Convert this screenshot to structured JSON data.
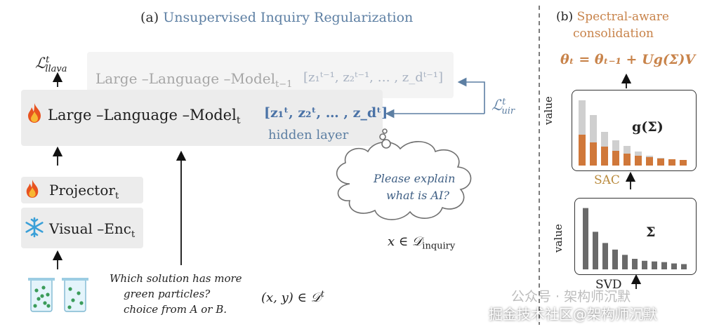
{
  "panel_a": {
    "title_prefix": "(a) ",
    "title_accent": "Unsupervised Inquiry Regularization",
    "loss_llava": "ℒ",
    "loss_llava_sup": "t",
    "loss_llava_sub": "llava",
    "llm_prev_label": "Large –Language –Model",
    "llm_prev_sub": "t−1",
    "llm_prev_vec": "[z₁ᵗ⁻¹, z₂ᵗ⁻¹, … , z_dᵗ⁻¹]",
    "llm_label": "Large –Language –Model",
    "llm_sub": "t",
    "llm_vec": "[z₁ᵗ, z₂ᵗ, … , z_dᵗ]",
    "hidden_layer": "hidden layer",
    "loss_uir": "ℒ",
    "loss_uir_sup": "t",
    "loss_uir_sub": "uir",
    "projector_label": "Projector",
    "projector_sub": "t",
    "visual_label": "Visual –Enc",
    "visual_sub": "t",
    "cloud_line1": "Please explain",
    "cloud_line2": "what is AI?",
    "x_in_inquiry": "x ∈ 𝒟",
    "x_in_inquiry_sub": "inquiry",
    "question_line1": "Which solution has more",
    "question_line2": "green particles?",
    "question_line3": "choice from A or B.",
    "xy_in_dt": "(x, y) ∈ 𝒟",
    "xy_in_dt_sup": "t"
  },
  "panel_b": {
    "title_prefix": "(b) ",
    "title_line1": "Spectral-aware",
    "title_line2": "consolidation",
    "formula": "θₜ = θₜ₋₁ + Ug(Σ)V",
    "top_ylabel": "value",
    "top_label": "g(Σ)",
    "sac": "SAC",
    "bottom_ylabel": "value",
    "bottom_label": "Σ",
    "svd": "SVD",
    "top_bars_orange": [
      0.44,
      0.33,
      0.27,
      0.21,
      0.17,
      0.14,
      0.12,
      0.1,
      0.09,
      0.08
    ],
    "top_bars_gray": [
      0.93,
      0.72,
      0.48,
      0.36,
      0.28,
      0.2,
      0.14,
      0.11,
      0.09,
      0.08
    ],
    "bottom_bars": [
      0.93,
      0.57,
      0.4,
      0.3,
      0.22,
      0.16,
      0.13,
      0.12,
      0.11,
      0.09,
      0.08
    ]
  },
  "watermark": {
    "line1": "公众号 · 架构师沉默",
    "line2": "掘金技术社区@架构师沉默"
  },
  "colors": {
    "accent_blue": "#5d7fa3",
    "accent_orange": "#c8834a",
    "bar_orange": "#d0783a",
    "bar_gray": "#cfcfcf",
    "bar_dark": "#6a6a6a"
  }
}
